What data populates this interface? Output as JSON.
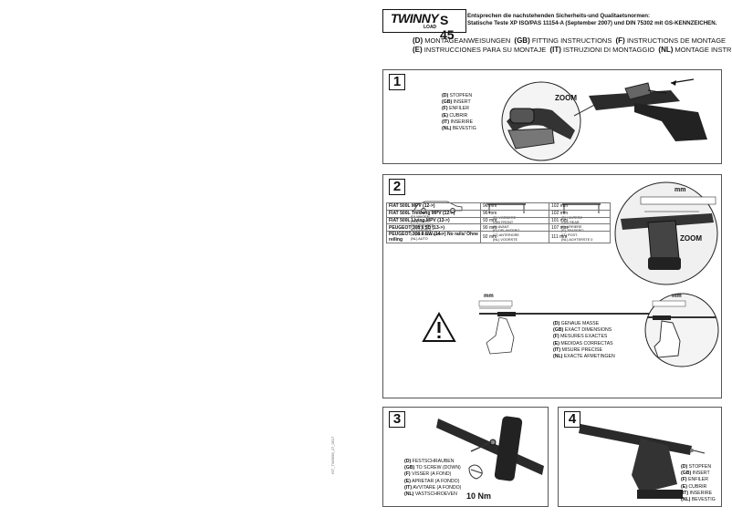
{
  "logo": {
    "brand": "TWINNY",
    "sub": "LOAD",
    "model": "S 45"
  },
  "header": {
    "line1": "Entsprechen die nachstehenden Sicherheits-und Qualitaetsnormen:",
    "line2": "Statische Teste XP ISO/PAS 11154-A (September 2007) und DIN 75302 mit GS-KENNZEICHEN."
  },
  "titles": {
    "row1": [
      {
        "code": "(D)",
        "text": "MONTAGEANWEISUNGEN"
      },
      {
        "code": "(GB)",
        "text": "FITTING INSTRUCTIONS"
      },
      {
        "code": "(F)",
        "text": "INSTRUCTIONS DE MONTAGE"
      }
    ],
    "row2": [
      {
        "code": "(E)",
        "text": "INSTRUCCIONES PARA SU MONTAJE"
      },
      {
        "code": "(IT)",
        "text": "ISTRUZIONI DI MONTAGGIO"
      },
      {
        "code": "(NL)",
        "text": "MONTAGE INSTRUCTIES."
      }
    ]
  },
  "step1": {
    "number": "1",
    "zoom": "ZOOM",
    "labels": [
      {
        "code": "(D)",
        "text": "STOPFEN"
      },
      {
        "code": "(GB)",
        "text": "INSERT"
      },
      {
        "code": "(F)",
        "text": "ENFILER"
      },
      {
        "code": "(E)",
        "text": "CUBRIR"
      },
      {
        "code": "(IT)",
        "text": "INSERIRE"
      },
      {
        "code": "(NL)",
        "text": "BEVESTIG"
      }
    ]
  },
  "step2": {
    "number": "2",
    "zoom": "ZOOM",
    "mm": "mm",
    "car_labels": [
      "(D) WAGEN",
      "(GB) CARS",
      "(F) VOITURES",
      "(E) COCHES",
      "(IT) MODELLI AUTO",
      "(NL) AUTO"
    ],
    "front_labels": [
      "(D) VORDERE",
      "(GB) FRONT",
      "(F) AVANT",
      "(E) DELANTERO",
      "(IT) ANTERIORE",
      "(NL) VOORSTE"
    ],
    "rear_labels": [
      "(D) HINTERE",
      "(GB) REAR",
      "(F) ARRIERE",
      "(E) TRASERO",
      "(IT) POST.",
      "(NL) ACHTERSTE 0"
    ],
    "rows": [
      {
        "model": "FIAT 500L MPV (12->)",
        "front": "96 mm",
        "rear": "102 mm"
      },
      {
        "model": "FIAT 500L Trekking MPV (12->)",
        "front": "96 mm",
        "rear": "102 mm"
      },
      {
        "model": "FIAT 500L Living MPV (13->)",
        "front": "93 mm",
        "rear": "101 mm"
      },
      {
        "model": "PEUGEOT 308 II 5D (13->)",
        "front": "90 mm",
        "rear": "107 mm"
      },
      {
        "model": "PEUGEOT 308 II SW (14->) No rails/ Ohne reiling",
        "front": "92 mm",
        "rear": "111 mm"
      }
    ],
    "labels": [
      {
        "code": "(D)",
        "text": "GENAUE MASSE"
      },
      {
        "code": "(GB)",
        "text": "EXACT DIMENSIONS"
      },
      {
        "code": "(F)",
        "text": "MESURES EXACTES"
      },
      {
        "code": "(E)",
        "text": "MEDIDAS CORRECTAS"
      },
      {
        "code": "(IT)",
        "text": "MISURE PRECISE"
      },
      {
        "code": "(NL)",
        "text": "EXACTE AFMETINGEN"
      }
    ]
  },
  "step3": {
    "number": "3",
    "torque": "10 Nm",
    "labels": [
      {
        "code": "(D)",
        "text": "FESTSCHRAUBEN"
      },
      {
        "code": "(GB)",
        "text": "TO SCREW (DOWN)"
      },
      {
        "code": "(F)",
        "text": "VISSER (A FOND)"
      },
      {
        "code": "(E)",
        "text": "APRETAR (A FONDO)"
      },
      {
        "code": "(IT)",
        "text": "AVVITARE (A FONDO)"
      },
      {
        "code": "(NL)",
        "text": "VASTSCHROEVEN"
      }
    ]
  },
  "step4": {
    "number": "4",
    "labels": [
      {
        "code": "(D)",
        "text": "STOPFEN"
      },
      {
        "code": "(GB)",
        "text": "INSERT"
      },
      {
        "code": "(F)",
        "text": "ENFILER"
      },
      {
        "code": "(E)",
        "text": "CUBRIR"
      },
      {
        "code": "(IT)",
        "text": "INSERIRE"
      },
      {
        "code": "(NL)",
        "text": "BEVESTIG"
      }
    ]
  },
  "side_code": "IST_TW0558_27_0517"
}
